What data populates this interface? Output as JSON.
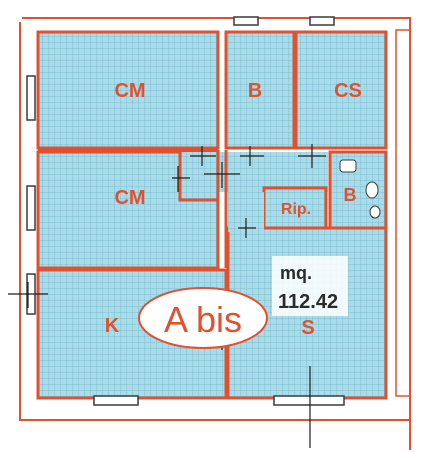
{
  "colors": {
    "wall": "#e0522f",
    "floor": "#a9dbe8",
    "grid": "#6fb9cf",
    "label": "#e0522f",
    "area_text": "#2b2b2b",
    "area_box": "#ffffff",
    "window": "#3a3a3a"
  },
  "rooms": {
    "cm_top": "CM",
    "b_top": "B",
    "cs": "CS",
    "cm_middle": "CM",
    "rip": "Rip.",
    "b_small": "B",
    "k": "K",
    "s": "S"
  },
  "area": {
    "unit": "mq.",
    "value": "112.42"
  },
  "unit_label": "A bis"
}
